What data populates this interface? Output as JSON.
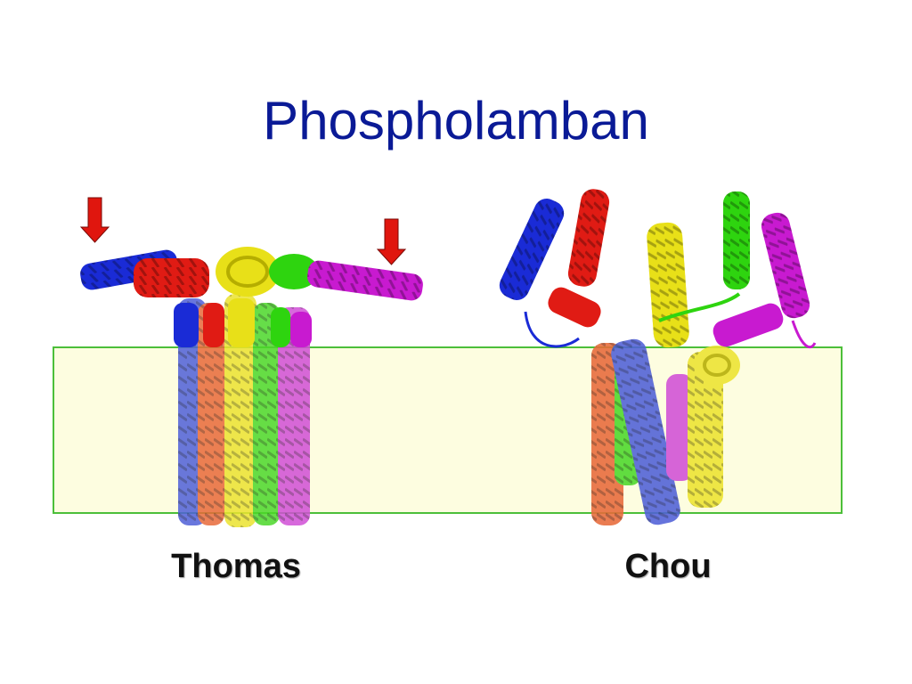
{
  "slide": {
    "title": "Phospholamban"
  },
  "models": [
    {
      "label": "Thomas",
      "annotation_arrows": 2
    },
    {
      "label": "Chou",
      "annotation_arrows": 0
    }
  ],
  "colors": {
    "title": "#0a1a96",
    "membrane_fill": "#fdfde0",
    "membrane_border": "#4cbf3a",
    "arrow": "#e0160e",
    "helix_blue": "#1a2bd6",
    "helix_red": "#e01b14",
    "helix_yellow": "#e8e018",
    "helix_green": "#2ed40f",
    "helix_magenta": "#c81ad0"
  },
  "icons": [
    "down-arrow-icon"
  ]
}
